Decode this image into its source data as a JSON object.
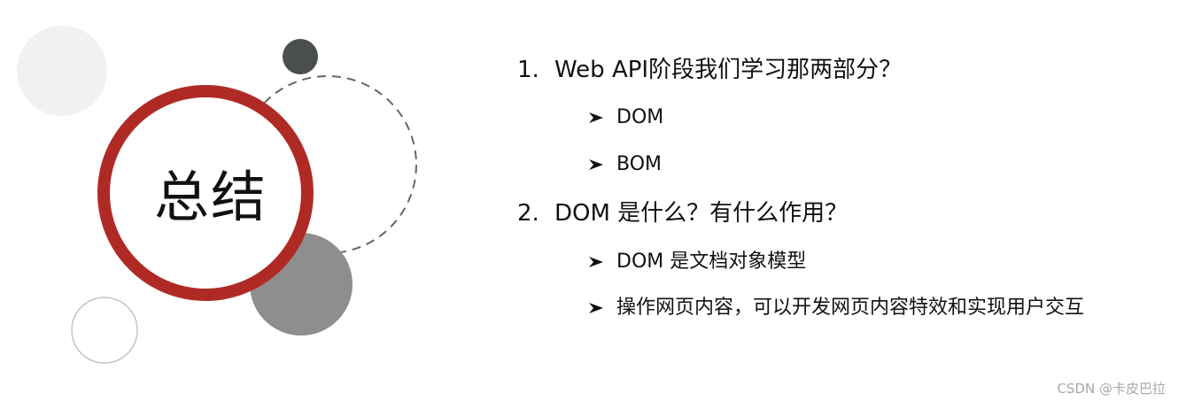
{
  "slide": {
    "title": "总结",
    "questions": [
      {
        "number": "1.",
        "text": "Web API阶段我们学习那两部分？",
        "bullets": [
          "DOM",
          "BOM"
        ]
      },
      {
        "number": "2.",
        "text": "DOM 是什么？有什么作用？",
        "bullets": [
          "DOM 是文档对象模型",
          "操作网页内容，可以开发网页内容特效和实现用户交互"
        ]
      }
    ],
    "watermark": "CSDN @卡皮巴拉"
  },
  "colors": {
    "accent_ring": "#b02a25",
    "dark_dot": "#4a4e4d",
    "gray_disc": "#8e8e8e",
    "light_disc": "#f1f1f1",
    "outline_ring": "#c4c4c4",
    "dashed_ring": "#666666"
  },
  "icons": {
    "bullet": "arrowhead-bullet-icon"
  }
}
